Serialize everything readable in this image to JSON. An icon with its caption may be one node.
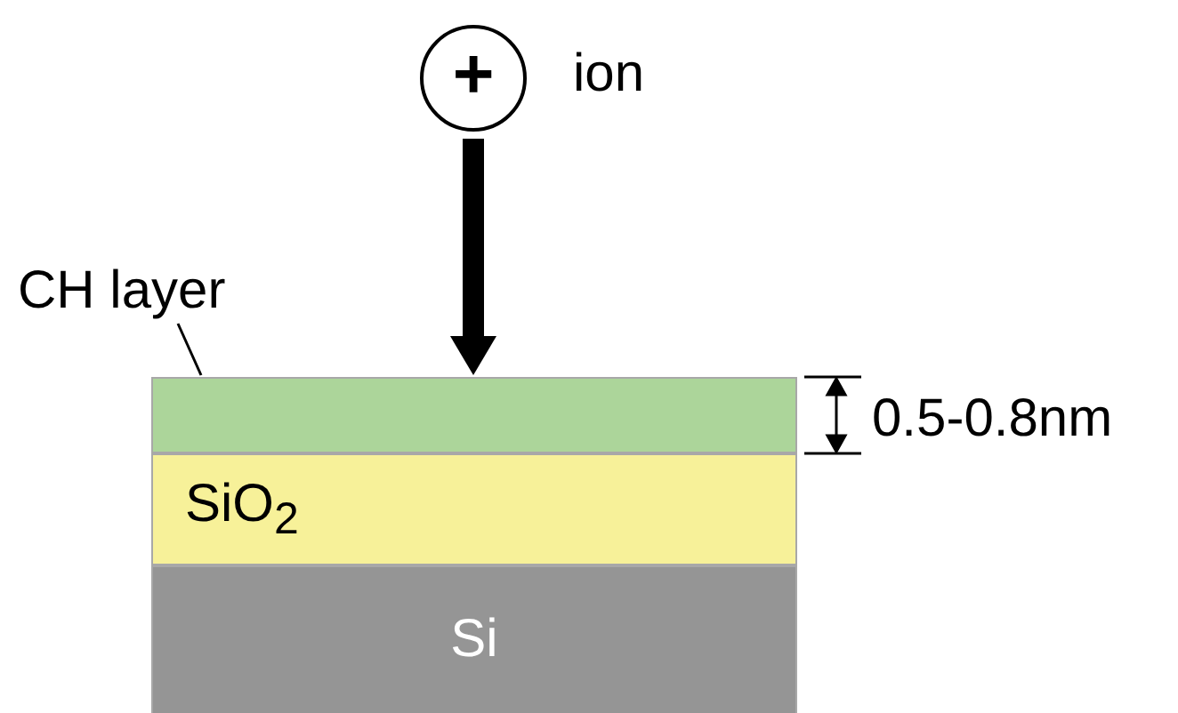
{
  "diagram": {
    "nodes": [
      {
        "text": [
          "+"
        ],
        "beside": [
          "ion"
        ]
      },
      {
        "text": [],
        "shape": "bar"
      },
      {
        "text": [
          "SiO$_{2}$"
        ]
      },
      {
        "text": [
          "Si"
        ]
      },
      {
        "text": [
          "CH layer"
        ]
      }
    ],
    "edges": [
      {
        "from": 0,
        "to": 1,
        "arrow": "to",
        "style": "thick"
      },
      {
        "from": 4,
        "to": 1,
        "arrow": "none"
      }
    ],
    "labels": [
      "0.5-0.8nm"
    ]
  }
}
